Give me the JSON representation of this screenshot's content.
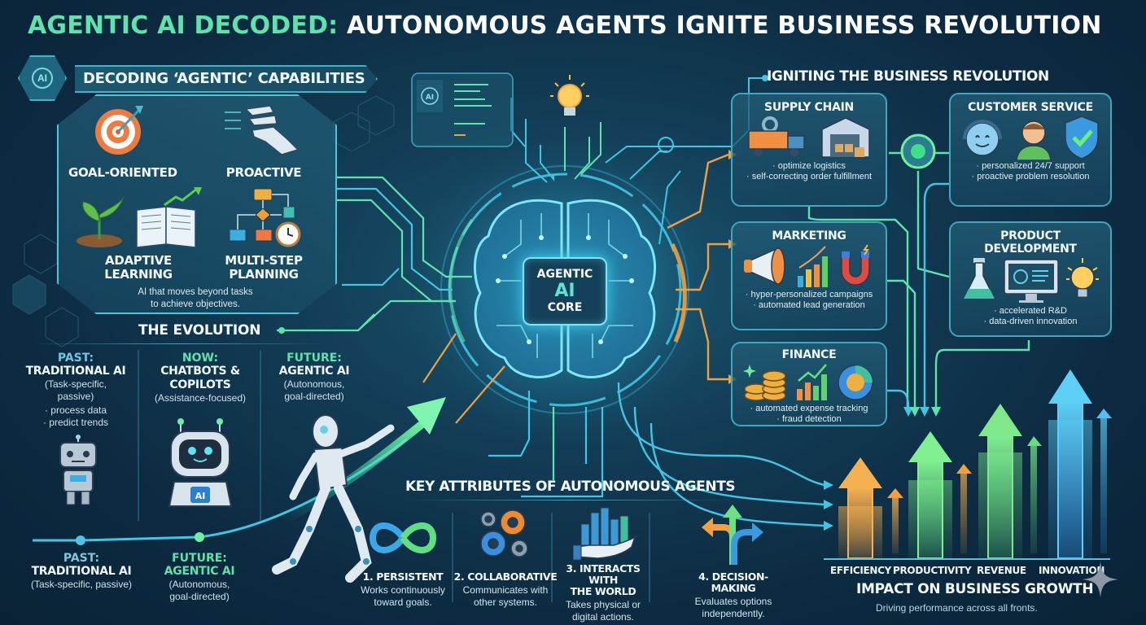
{
  "header": {
    "title_accent": "AGENTIC AI DECODED:",
    "title_rest": " AUTONOMOUS AGENTS IGNITE BUSINESS REVOLUTION"
  },
  "capabilities": {
    "badge_icon": "ai-gear-icon",
    "badge_text": "AI",
    "title": "DECODING ‘AGENTIC’ CAPABILITIES",
    "items": [
      {
        "label": "GOAL-ORIENTED",
        "icon": "target-icon"
      },
      {
        "label": "PROACTIVE",
        "icon": "robot-hand-icon"
      },
      {
        "label": "ADAPTIVE LEARNING",
        "line1": "ADAPTIVE",
        "line2": "LEARNING",
        "icon": "plant-book-growth-icon"
      },
      {
        "label": "MULTI-STEP PLANNING",
        "line1": "MULTI-STEP",
        "line2": "PLANNING",
        "icon": "flowchart-clock-icon"
      }
    ],
    "description_line1": "AI that moves beyond tasks",
    "description_line2": "to achieve objectives."
  },
  "evolution": {
    "title": "THE EVOLUTION",
    "columns": [
      {
        "when": "PAST:",
        "name": "TRADITIONAL AI",
        "sub1": "(Task-specific,",
        "sub2": "passive)",
        "bullet1": "· process data",
        "bullet2": "· predict trends",
        "color": "#6fc7e0",
        "icon": "simple-robot-icon"
      },
      {
        "when": "NOW:",
        "name1": "CHATBOTS &",
        "name2": "COPILOTS",
        "sub1": "(Assistance-focused)",
        "color": "#5fe3ad",
        "icon": "chatbot-robot-icon",
        "badge": "AI"
      },
      {
        "when": "FUTURE:",
        "name": "AGENTIC AI",
        "sub1": "(Autonomous,",
        "sub2": "goal-directed)",
        "color": "#5fe3ad",
        "icon": "running-humanoid-robot-icon"
      }
    ],
    "timeline": [
      {
        "when": "PAST:",
        "name": "TRADITIONAL AI",
        "sub1": "(Task-specific, passive)",
        "color": "#6fc7e0"
      },
      {
        "when": "FUTURE:",
        "name": "AGENTIC AI",
        "sub1": "(Autonomous,",
        "sub2": "goal-directed)",
        "color": "#5fe3ad"
      }
    ]
  },
  "core": {
    "line1": "AGENTIC",
    "line2": "AI",
    "line3": "CORE",
    "icon": "brain-circuit-icon"
  },
  "business": {
    "title": "IGNITING THE BUSINESS REVOLUTION",
    "hub_icon": "glowing-gear-icon",
    "cards": [
      {
        "title": "SUPPLY CHAIN",
        "bullets": [
          "· optimize logistics",
          "· self-correcting order fulfillment"
        ],
        "icons": [
          "gear-icon",
          "truck-icon",
          "warehouse-icon"
        ]
      },
      {
        "title": "CUSTOMER SERVICE",
        "bullets": [
          "· personalized 24/7 support",
          "· proactive problem resolution"
        ],
        "icons": [
          "headset-bot-icon",
          "support-agent-icon",
          "shield-check-icon"
        ]
      },
      {
        "title": "MARKETING",
        "bullets": [
          "· hyper-personalized campaigns",
          "· automated lead generation"
        ],
        "icons": [
          "megaphone-icon",
          "bar-chart-icon",
          "magnet-icon"
        ]
      },
      {
        "title_line1": "PRODUCT",
        "title_line2": "DEVELOPMENT",
        "bullets": [
          "· accelerated R&D",
          "· data-driven innovation"
        ],
        "icons": [
          "flask-icon",
          "monitor-icon",
          "lightbulb-icon"
        ]
      },
      {
        "title": "FINANCE",
        "bullets": [
          "· automated expense tracking",
          "· fraud detection"
        ],
        "icons": [
          "coins-icon",
          "growth-chart-icon",
          "pie-chart-icon"
        ]
      }
    ]
  },
  "attributes": {
    "title": "KEY ATTRIBUTES OF AUTONOMOUS AGENTS",
    "items": [
      {
        "name": "1. PERSISTENT",
        "desc1": "Works continuously",
        "desc2": "toward goals.",
        "icon": "infinity-icon"
      },
      {
        "name": "2. COLLABORATIVE",
        "desc1": "Communicates with",
        "desc2": "other systems.",
        "icon": "gears-icon"
      },
      {
        "name1": "3. INTERACTS WITH",
        "name2": "THE WORLD",
        "desc1": "Takes physical or",
        "desc2": "digital actions.",
        "icon": "hand-city-icon"
      },
      {
        "name": "4. DECISION-MAKING",
        "desc1": "Evaluates options",
        "desc2": "independently.",
        "icon": "split-arrows-icon"
      }
    ]
  },
  "impact": {
    "title": "IMPACT ON BUSINESS GROWTH",
    "subtitle": "Driving performance across all fronts.",
    "labels": [
      "EFFICIENCY",
      "PRODUCTIVITY",
      "REVENUE",
      "INNOVATION"
    ],
    "colors": [
      "#f0a040",
      "#6fe07a",
      "#7ee88a",
      "#4fc0f0"
    ]
  },
  "colors": {
    "accent_green": "#5fe3ad",
    "accent_cyan": "#3fb6c8",
    "accent_orange": "#f0a040",
    "background": "#0f3048"
  }
}
